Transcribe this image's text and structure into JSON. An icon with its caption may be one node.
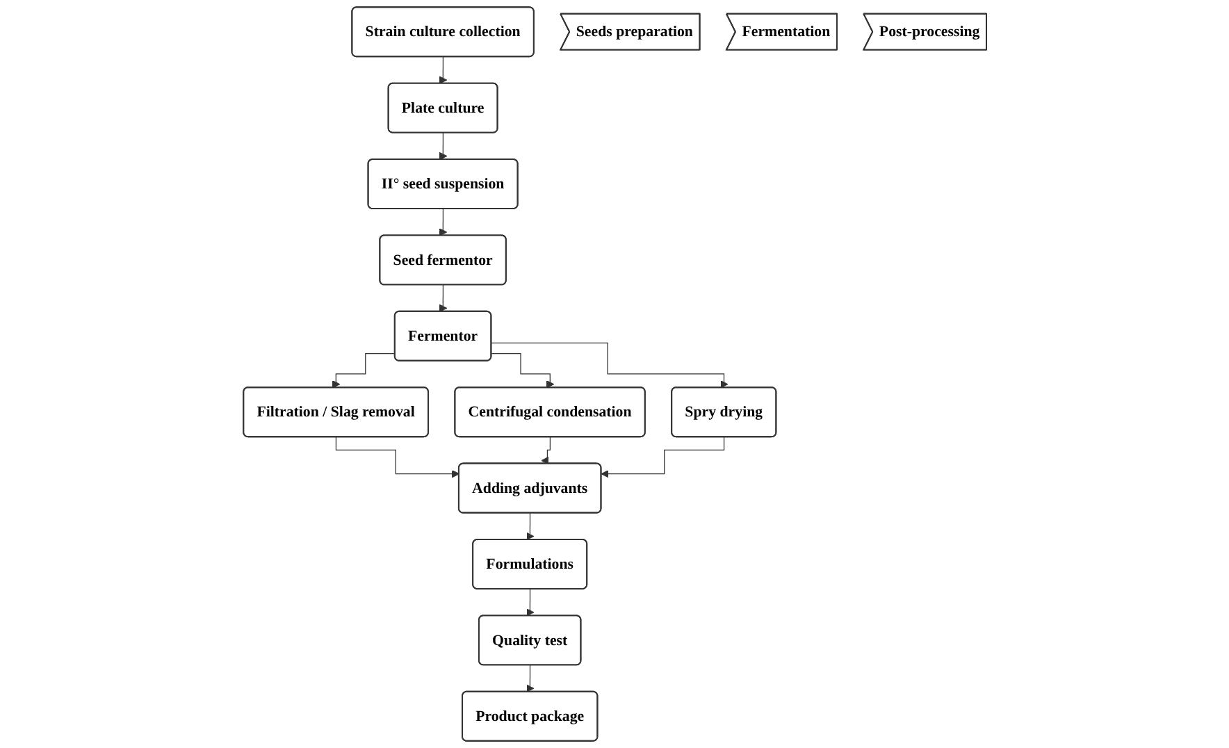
{
  "diagram": {
    "nodes": [
      {
        "text": [
          "Strain culture collection"
        ]
      },
      {
        "text": [
          "Plate culture"
        ]
      },
      {
        "text": [
          "II° seed suspension"
        ]
      },
      {
        "text": [
          "Seed fermentor"
        ]
      },
      {
        "text": [
          "Fermentor"
        ]
      },
      {
        "text": [
          "Filtration / Slag removal"
        ]
      },
      {
        "text": [
          "Centrifugal condensation"
        ]
      },
      {
        "text": [
          "Spry drying"
        ]
      },
      {
        "text": [
          "Adding adjuvants"
        ]
      },
      {
        "text": [
          "Formulations"
        ]
      },
      {
        "text": [
          "Quality test"
        ]
      },
      {
        "text": [
          "Product package"
        ]
      },
      {
        "text": [
          "Seeds preparation"
        ]
      },
      {
        "text": [
          "Fermentation"
        ]
      },
      {
        "text": [
          "Post-processing"
        ]
      }
    ],
    "edges": [
      {
        "from": 0,
        "to": 1,
        "arrow": "to"
      },
      {
        "from": 1,
        "to": 2,
        "arrow": "to"
      },
      {
        "from": 2,
        "to": 3,
        "arrow": "to"
      },
      {
        "from": 3,
        "to": 4,
        "arrow": "to"
      },
      {
        "from": 4,
        "to": 5,
        "arrow": "to"
      },
      {
        "from": 4,
        "to": 6,
        "arrow": "to"
      },
      {
        "from": 4,
        "to": 7,
        "arrow": "to"
      },
      {
        "from": 5,
        "to": 8,
        "arrow": "to"
      },
      {
        "from": 6,
        "to": 8,
        "arrow": "to"
      },
      {
        "from": 7,
        "to": 8,
        "arrow": "to"
      },
      {
        "from": 8,
        "to": 9,
        "arrow": "to"
      },
      {
        "from": 9,
        "to": 10,
        "arrow": "to"
      },
      {
        "from": 10,
        "to": 11,
        "arrow": "to"
      }
    ]
  }
}
